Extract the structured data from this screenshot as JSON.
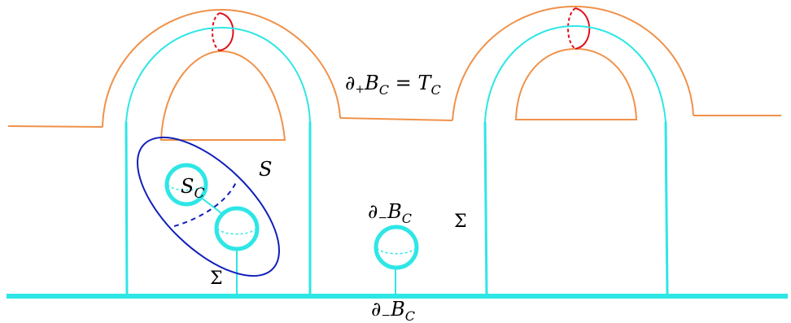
{
  "labels": {
    "top_boundary": {
      "partial": "∂",
      "sign": "+",
      "B": "B",
      "C": "C",
      "eq": " = ",
      "T": "T",
      "T_sub": "C"
    },
    "S": "S",
    "S_C": {
      "base": "S",
      "sub": "C"
    },
    "sigma_left": "Σ",
    "sigma_right": "Σ",
    "partial_minus_mid": {
      "partial": "∂",
      "sign": "−",
      "B": "B",
      "sub": "C"
    },
    "partial_minus_bottom": {
      "partial": "∂",
      "sign": "−",
      "B": "B",
      "sub": "C"
    }
  },
  "colors": {
    "orange": "#f0914a",
    "cyan": "#2ee6e6",
    "red": "#e0101a",
    "blue": "#1020b8",
    "text": "#000000"
  }
}
